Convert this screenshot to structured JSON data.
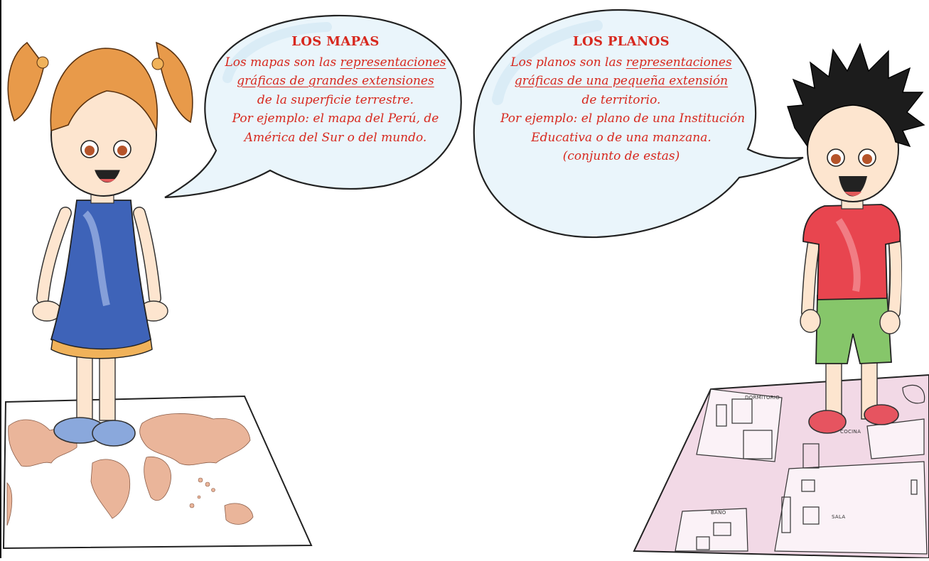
{
  "bubbles": {
    "mapas": {
      "title": "LOS MAPAS",
      "line1_a": "Los mapas son las ",
      "line1_u": "representaciones",
      "line2_u": "gráficas de grandes extensiones",
      "line3": "de la superficie terrestre.",
      "line4": "Por ejemplo: el mapa del Perú, de",
      "line5": "América del Sur o del mundo."
    },
    "planos": {
      "title": "LOS PLANOS",
      "line1_a": "Los planos son las ",
      "line1_u": "representaciones",
      "line2_u": "gráficas de una pequeña extensión",
      "line3": "de territorio.",
      "line4": "Por ejemplo: el plano de una Institución",
      "line5": "Educativa o de una manzana.",
      "line6": "(conjunto de estas)"
    }
  },
  "floor_plan_labels": {
    "dormitorio": "DORMITORIO",
    "cocina": "COCINA",
    "bano": "BAÑO",
    "sala": "SALA"
  },
  "colors": {
    "text_red": "#d7281e",
    "bubble_fill": "#eaf5fb",
    "dress_blue": "#3e63b8",
    "shirt_red": "#e8454f",
    "shorts_green": "#86c66a",
    "continent_peach": "#eab59a",
    "plan_pink": "#f2d9e6"
  }
}
